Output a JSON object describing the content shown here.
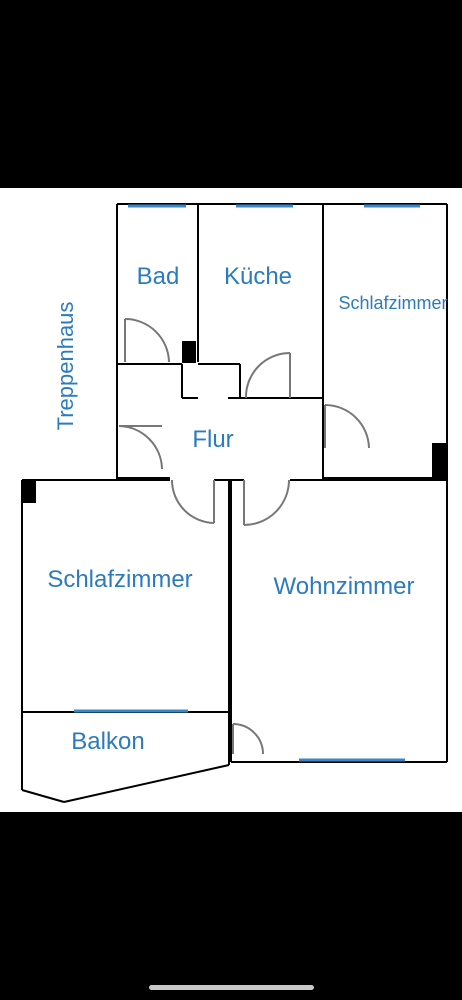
{
  "floor_plan": {
    "rooms": {
      "bad": "Bad",
      "kueche": "Küche",
      "schlafzimmer_1": "Schlafzimmer",
      "treppenhaus": "Treppenhaus",
      "flur": "Flur",
      "schlafzimmer_2": "Schlafzimmer",
      "wohnzimmer": "Wohnzimmer",
      "balkon": "Balkon"
    },
    "colors": {
      "label": "#2b7bbf",
      "window": "#3a87c8",
      "wall": "#000000",
      "door": "#777777",
      "background": "#ffffff",
      "frame": "#000000"
    }
  }
}
